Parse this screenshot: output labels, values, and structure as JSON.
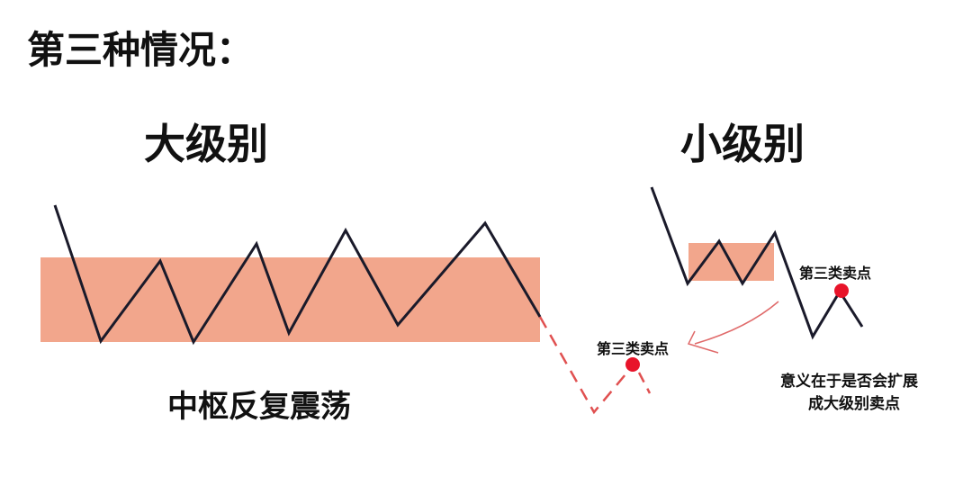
{
  "title": "第三种情况：",
  "large": {
    "heading": "大级别",
    "caption": "中枢反复震荡"
  },
  "small": {
    "heading": "小级别",
    "sell_point_label": "第三类卖点",
    "note_line1": "意义在于是否会扩展",
    "note_line2": "成大级别卖点"
  },
  "projected_sell_point_label": "第三类卖点",
  "colors": {
    "zone": "#f2a68c",
    "line": "#1a1a2a",
    "accent": "#e8142a",
    "arrow": "#e06a6a"
  }
}
